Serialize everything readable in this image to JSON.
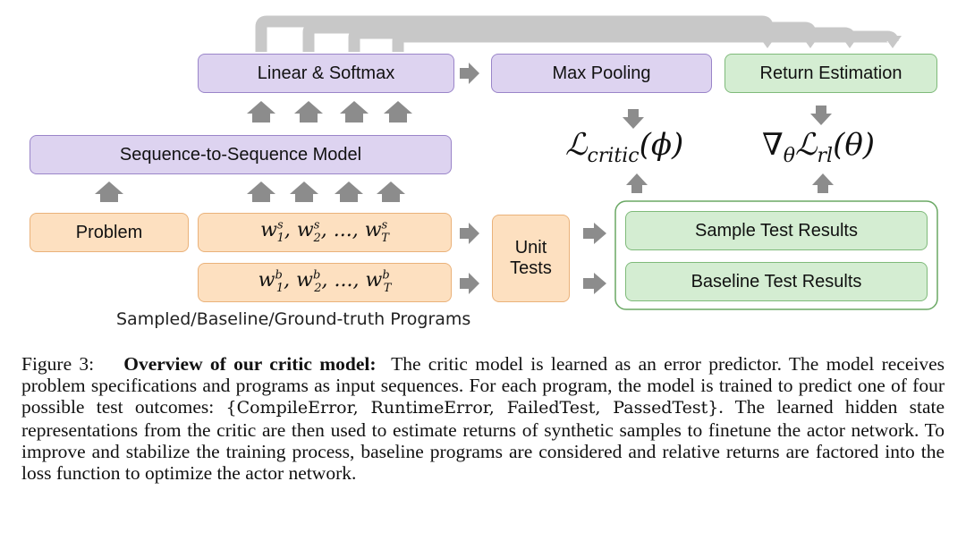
{
  "diagram": {
    "boxes": {
      "linear_softmax": "Linear & Softmax",
      "max_pooling": "Max Pooling",
      "return_estimation": "Return Estimation",
      "seq2seq": "Sequence-to-Sequence Model",
      "problem": "Problem",
      "unit_tests_line1": "Unit",
      "unit_tests_line2": "Tests",
      "sample_results": "Sample Test Results",
      "baseline_results": "Baseline Test Results"
    },
    "sample_tokens": {
      "w": "w",
      "sup": "s",
      "sub1": "1",
      "sub2": "2",
      "subT": "T",
      "sep": ", ",
      "ellipsis": "..., "
    },
    "baseline_tokens": {
      "w": "w",
      "sup": "b",
      "sub1": "1",
      "sub2": "2",
      "subT": "T",
      "sep": ", ",
      "ellipsis": "..., "
    },
    "critic_loss": {
      "main": "ℒ",
      "sub": "critic",
      "arg": "(ϕ)"
    },
    "rl_loss": {
      "grad": "∇",
      "grad_sub": "θ",
      "main": "ℒ",
      "sub": "rl",
      "arg": "(θ)"
    },
    "programs_label": "Sampled/Baseline/Ground-truth Programs",
    "colors": {
      "purple_fill": "#ddd3f0",
      "orange_fill": "#fde0c0",
      "green_fill": "#d4edd2",
      "arrow_gray": "#8c8c8c",
      "feedback_gray": "#c8c8c8"
    }
  },
  "caption": {
    "label": "Figure 3:",
    "title": "Overview of our critic model:",
    "body1": "The critic model is learned as an error predictor.  The model receives problem specifications and programs as input sequences. For each program, the model is trained to predict one of four possible test outcomes: ",
    "outcomes": "{CompileError, RuntimeError, FailedTest, PassedTest}",
    "body2": ".  The learned hidden state representations from the critic are then used to estimate returns of synthetic samples to finetune the actor network. To improve and stabilize the training process, baseline programs are considered and relative returns are factored into the loss function to optimize the actor network."
  }
}
